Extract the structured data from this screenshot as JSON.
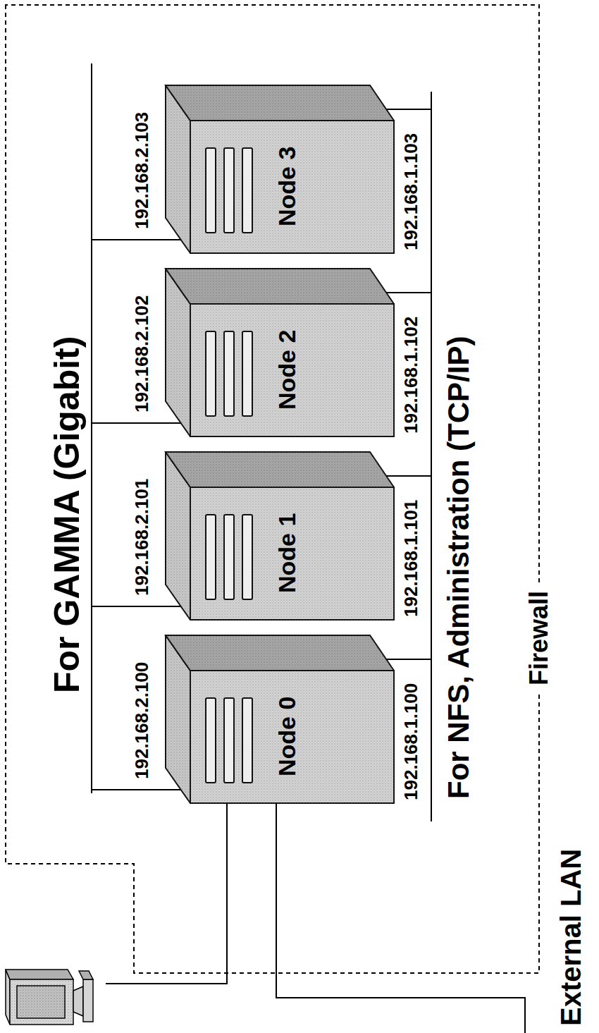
{
  "diagram": {
    "nodes": [
      {
        "text": [
          "Node 0"
        ]
      },
      {
        "text": [
          "Node 1"
        ]
      },
      {
        "text": [
          "Node 2"
        ]
      },
      {
        "text": [
          "Node 3"
        ]
      }
    ],
    "labels": [
      "For GAMMA (Gigabit)",
      "192.168.2.100",
      "192.168.2.101",
      "192.168.2.102",
      "192.168.2.103",
      "192.168.1.100",
      "192.168.1.101",
      "192.168.1.102",
      "192.168.1.103",
      "For NFS, Administration (TCP/IP)",
      "Firewall",
      "External LAN"
    ]
  }
}
